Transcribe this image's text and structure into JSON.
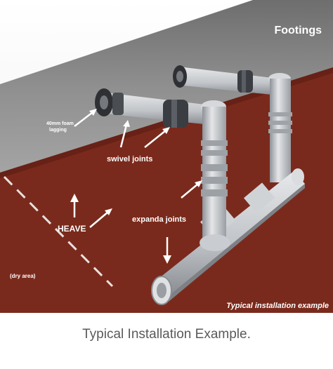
{
  "diagram": {
    "title": "Footings",
    "labels": {
      "foam": [
        "40mm foam",
        "lagging"
      ],
      "swivel": "swivel joints",
      "heave": "HEAVE",
      "expanda": "expanda joints",
      "dry_area": "(dry area)",
      "example": "Typical installation example"
    },
    "colors": {
      "soil": "#7a2a1c",
      "slab": "#8e8e8e",
      "pipe": "#c9ccd0",
      "pipe_shade": "#8f9398",
      "joint": "#3a3d42",
      "text": "#ffffff"
    }
  },
  "caption": "Typical Installation Example."
}
